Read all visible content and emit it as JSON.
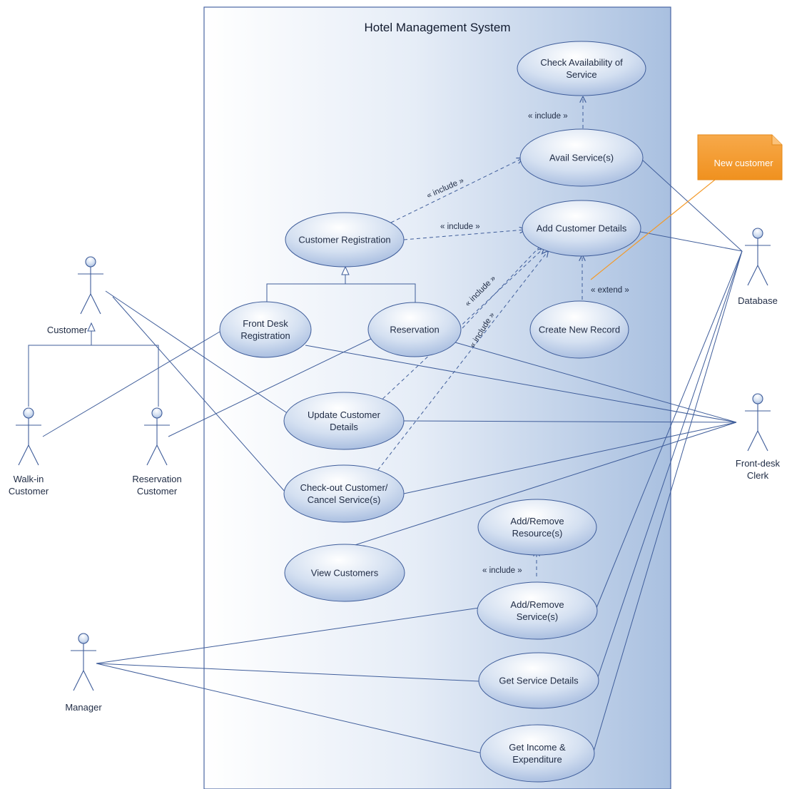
{
  "system": {
    "title": "Hotel Management System"
  },
  "use_cases": [
    {
      "id": "check-availability",
      "lines": [
        "Check Availability of",
        "Service"
      ]
    },
    {
      "id": "avail-services",
      "lines": [
        "Avail Service(s)"
      ]
    },
    {
      "id": "add-customer-details",
      "lines": [
        "Add Customer Details"
      ]
    },
    {
      "id": "customer-registration",
      "lines": [
        "Customer Registration"
      ]
    },
    {
      "id": "create-new-record",
      "lines": [
        "Create New Record"
      ]
    },
    {
      "id": "front-desk-registration",
      "lines": [
        "Front Desk",
        "Registration"
      ]
    },
    {
      "id": "reservation",
      "lines": [
        "Reservation"
      ]
    },
    {
      "id": "update-customer-details",
      "lines": [
        "Update Customer",
        "Details"
      ]
    },
    {
      "id": "checkout-customer",
      "lines": [
        "Check-out Customer/",
        "Cancel Service(s)"
      ]
    },
    {
      "id": "view-customers",
      "lines": [
        "View Customers"
      ]
    },
    {
      "id": "add-remove-resources",
      "lines": [
        "Add/Remove",
        "Resource(s)"
      ]
    },
    {
      "id": "add-remove-services",
      "lines": [
        "Add/Remove",
        "Service(s)"
      ]
    },
    {
      "id": "get-service-details",
      "lines": [
        "Get Service Details"
      ]
    },
    {
      "id": "get-income-expenditure",
      "lines": [
        "Get Income &",
        "Expenditure"
      ]
    }
  ],
  "actors": [
    {
      "id": "customer",
      "lines": [
        "Customer"
      ]
    },
    {
      "id": "walk-in-customer",
      "lines": [
        "Walk-in",
        "Customer"
      ]
    },
    {
      "id": "reservation-customer",
      "lines": [
        "Reservation",
        "Customer"
      ]
    },
    {
      "id": "manager",
      "lines": [
        "Manager"
      ]
    },
    {
      "id": "database",
      "lines": [
        "Database"
      ]
    },
    {
      "id": "front-desk-clerk",
      "lines": [
        "Front-desk",
        "Clerk"
      ]
    }
  ],
  "relation_labels": {
    "include": "« include »",
    "extend": "« extend »"
  },
  "note": {
    "text": "New customer",
    "color": "#f39a2a"
  },
  "colors": {
    "line": "#3f5d9a",
    "ellipse_light": "#f6f9fd",
    "ellipse_dark": "#a8bee0",
    "boundary_light": "#ffffff",
    "boundary_dark": "#aac1e0",
    "note_line": "#f39a2a"
  }
}
